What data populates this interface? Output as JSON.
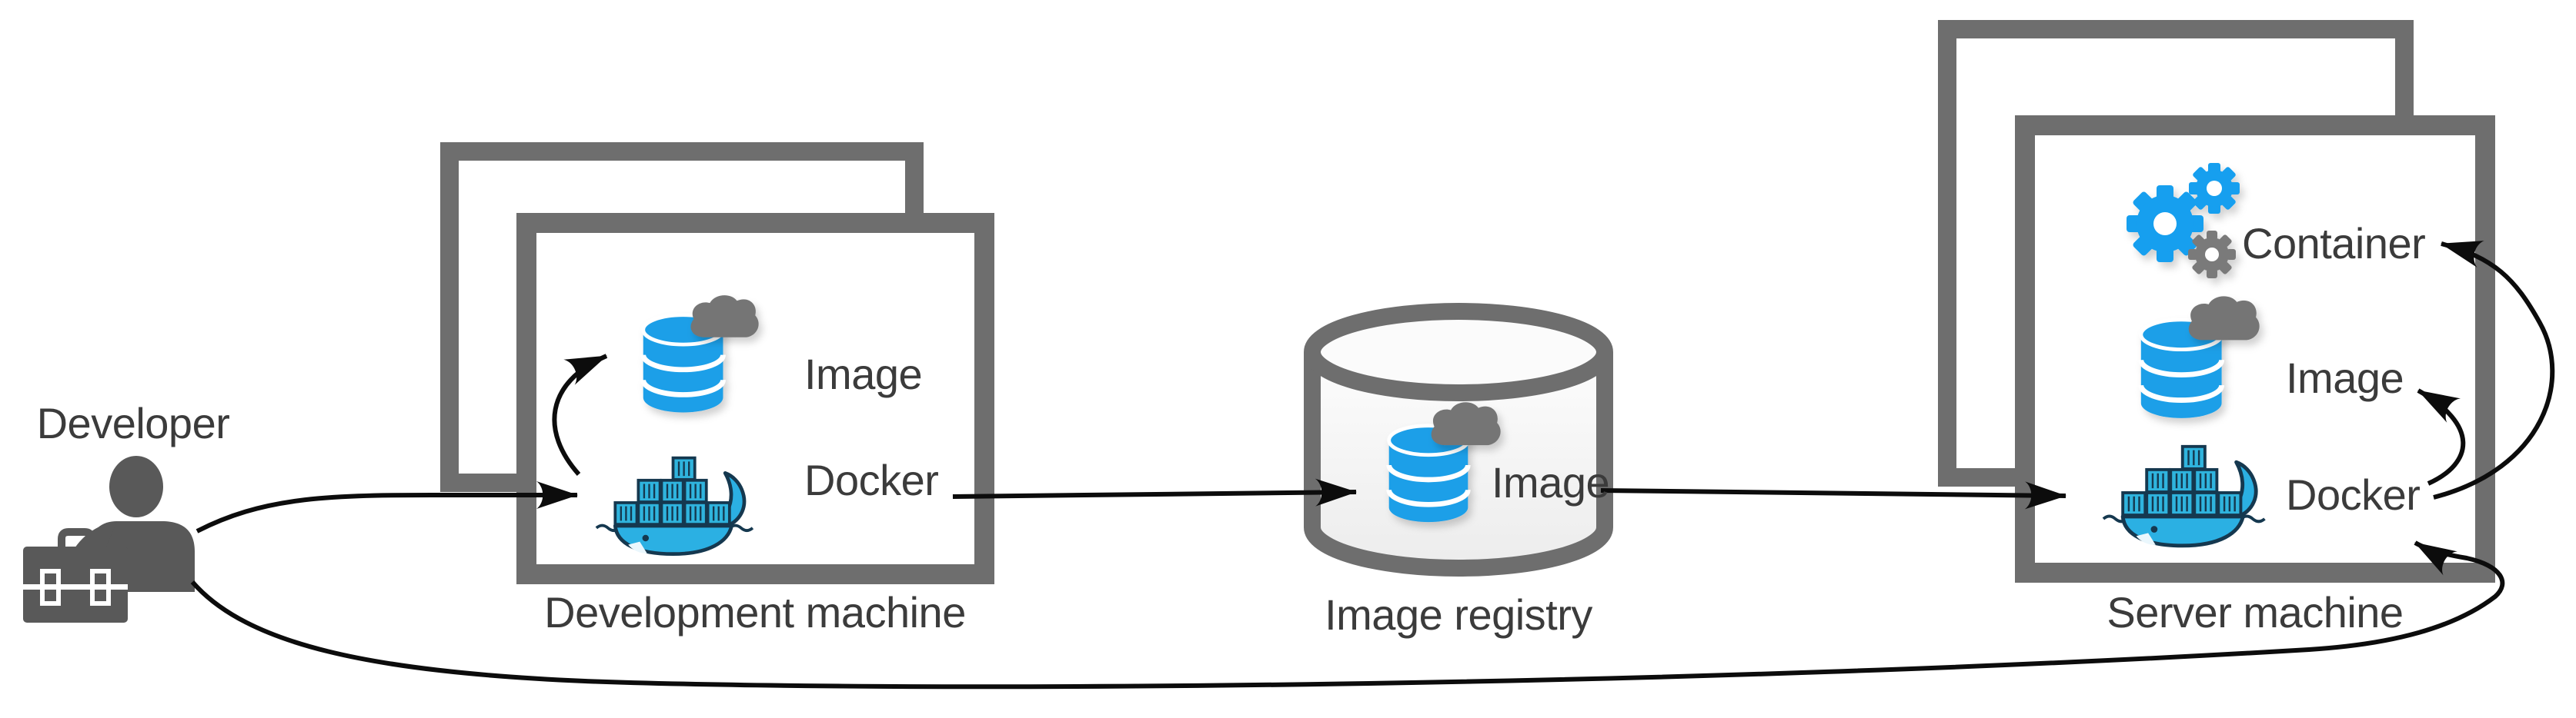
{
  "diagram": {
    "title_semantic": "Docker image build, push and run workflow",
    "developer": {
      "label": "Developer",
      "icon": "person-with-toolbox-icon"
    },
    "development_machine": {
      "label": "Development machine",
      "items": [
        {
          "label": "Image",
          "icon": "database-cloud-icon"
        },
        {
          "label": "Docker",
          "icon": "docker-whale-icon"
        }
      ]
    },
    "image_registry": {
      "label": "Image registry",
      "icon": "cylinder-database-icon",
      "item": {
        "label": "Image",
        "icon": "database-cloud-icon"
      }
    },
    "server_machine": {
      "label": "Server machine",
      "items": [
        {
          "label": "Container",
          "icon": "gears-icon"
        },
        {
          "label": "Image",
          "icon": "database-cloud-icon"
        },
        {
          "label": "Docker",
          "icon": "docker-whale-icon"
        }
      ]
    },
    "arrows": [
      {
        "from": "developer",
        "to": "development-machine-docker"
      },
      {
        "from": "development-machine-docker",
        "to": "development-machine-image"
      },
      {
        "from": "development-machine",
        "to": "image-registry"
      },
      {
        "from": "image-registry",
        "to": "server-machine-docker"
      },
      {
        "from": "server-machine-docker",
        "to": "server-machine-image"
      },
      {
        "from": "server-machine-docker",
        "to": "server-machine-container"
      },
      {
        "from": "developer",
        "to": "server-machine"
      }
    ],
    "colors": {
      "frame_gray": "#6e6e6e",
      "text": "#3b3b3b",
      "db_blue": "#1b9fe8",
      "gear_blue": "#169fef",
      "gear_gray": "#7a7a7a",
      "cloud_gray": "#747474",
      "person_gray": "#595959",
      "whale_blue": "#2bb0e3",
      "whale_dark": "#15384f",
      "arrow_black": "#0c0c0c",
      "registry_fill_top": "#fdfdfd",
      "registry_fill_bottom": "#ececec"
    }
  }
}
